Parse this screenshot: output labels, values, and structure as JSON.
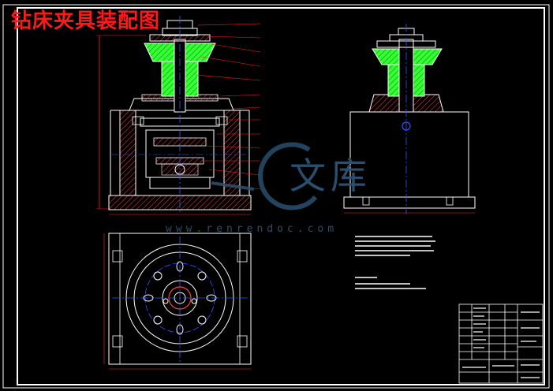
{
  "drawing": {
    "title": "钻床夹具装配图",
    "watermark_text": "www.renrendoc.com",
    "watermark_glyphs": "文库"
  },
  "colors": {
    "background": "#000000",
    "outline": "#ffffff",
    "section_fill": "#33ff33",
    "hatch": "#ff4040",
    "dimension": "#ff2020",
    "centerline": "#3355ff",
    "title_text": "#ff1a1a"
  }
}
